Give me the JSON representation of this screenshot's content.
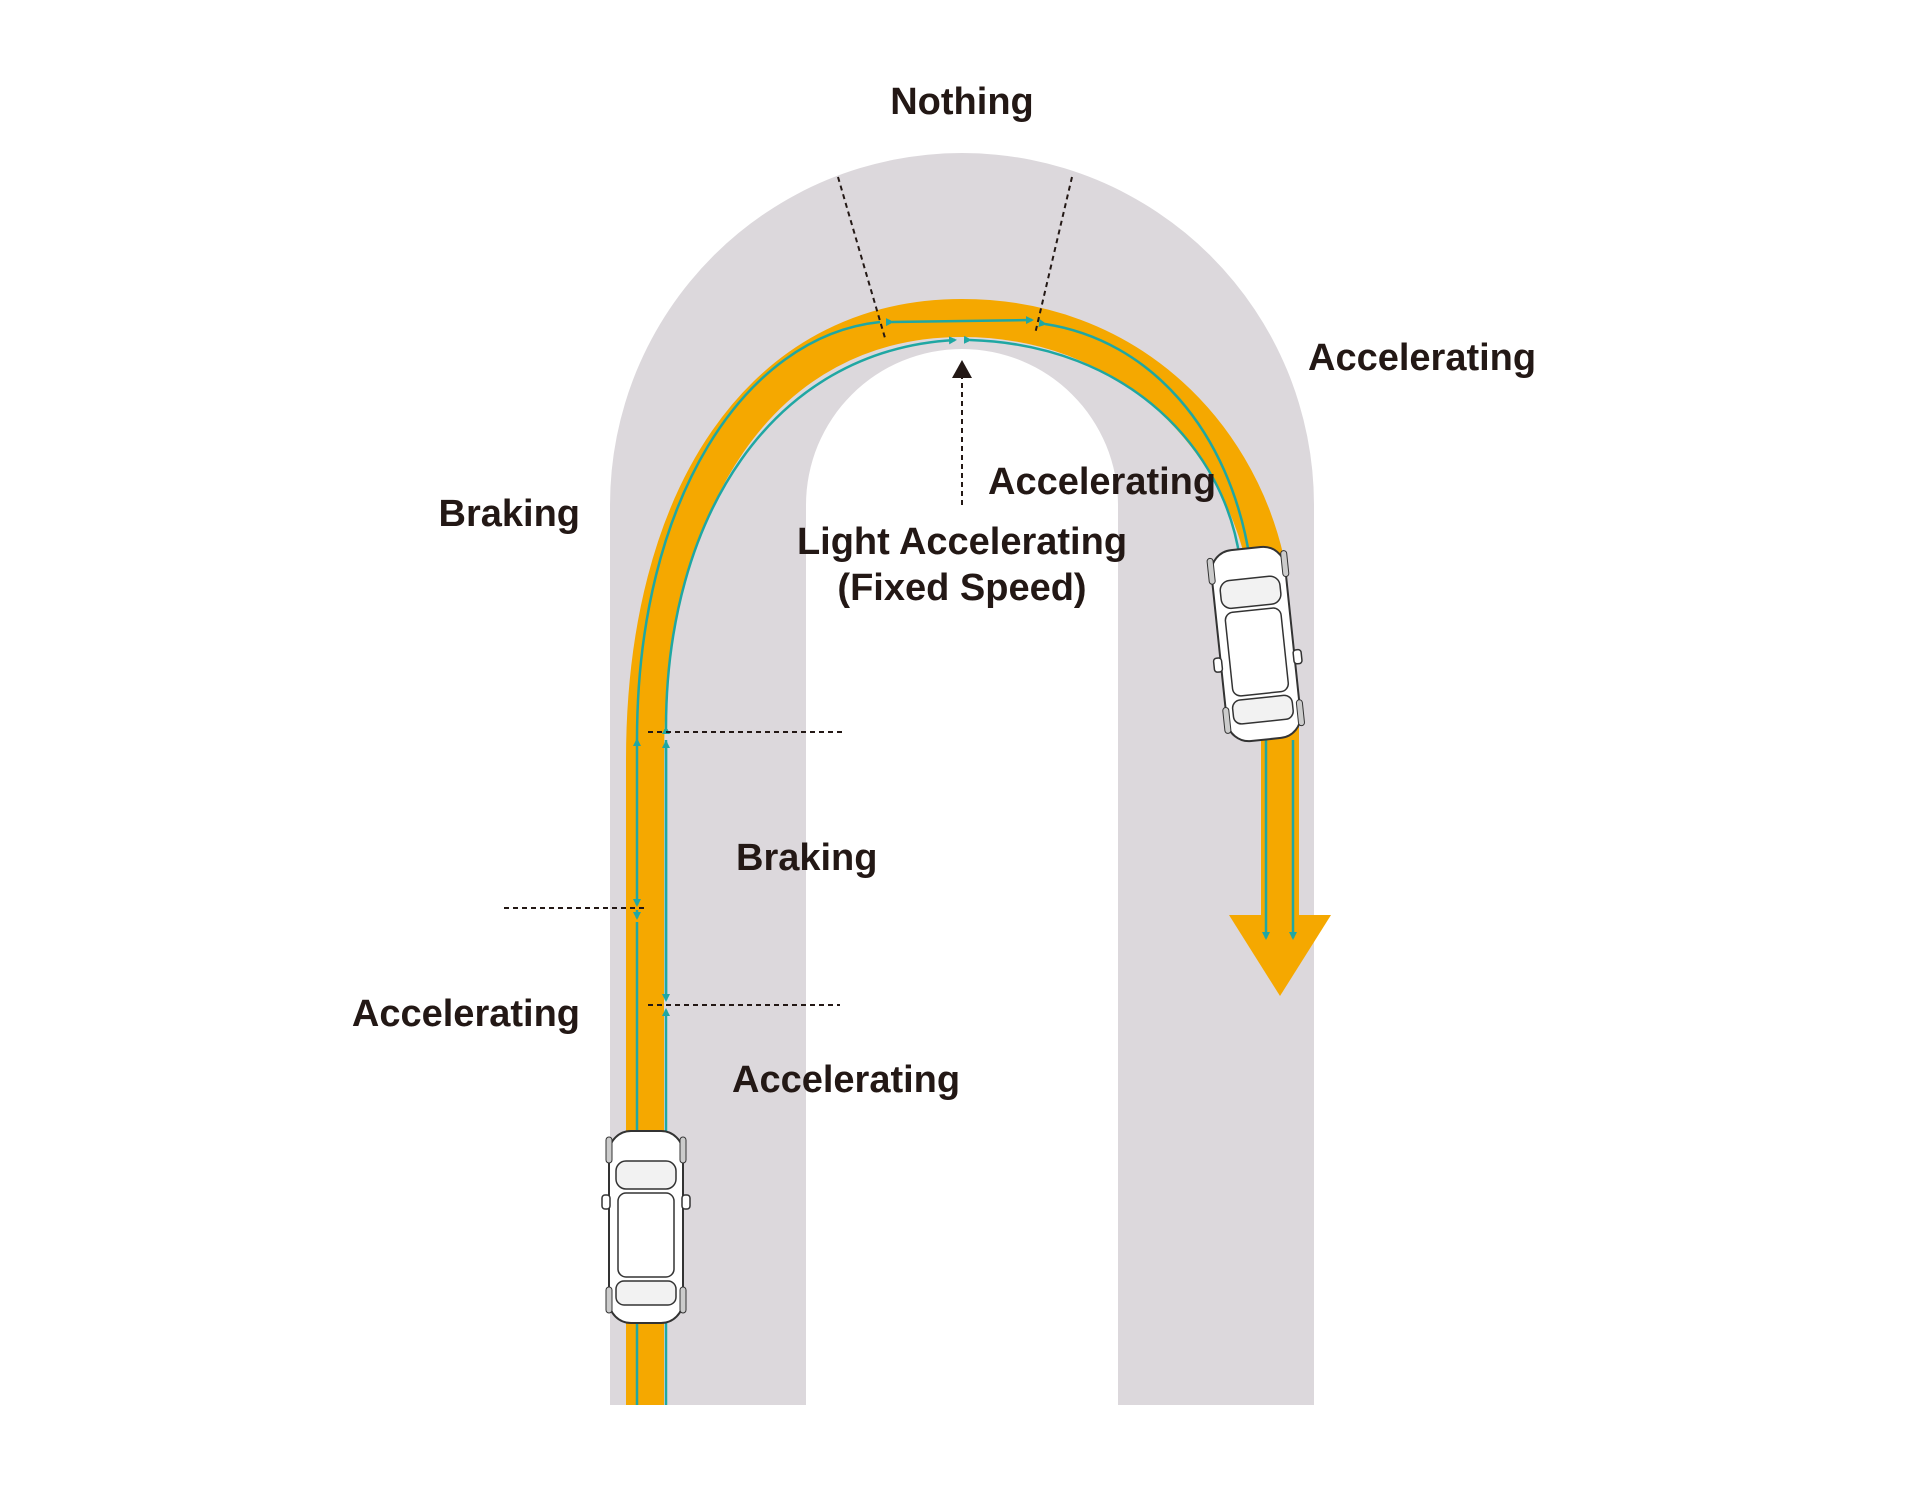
{
  "labels": {
    "nothing": "Nothing",
    "accelerating_top_right": "Accelerating",
    "braking_left": "Braking",
    "accelerating_inner": "Accelerating",
    "light_accelerating_line1": "Light Accelerating",
    "light_accelerating_line2": "(Fixed Speed)",
    "braking_inner": "Braking",
    "accelerating_left": "Accelerating",
    "accelerating_bottom": "Accelerating"
  },
  "colors": {
    "road": "#dcd8dc",
    "path": "#f5a800",
    "guide": "#1fa7a3",
    "text": "#231815",
    "dash": "#231815"
  }
}
